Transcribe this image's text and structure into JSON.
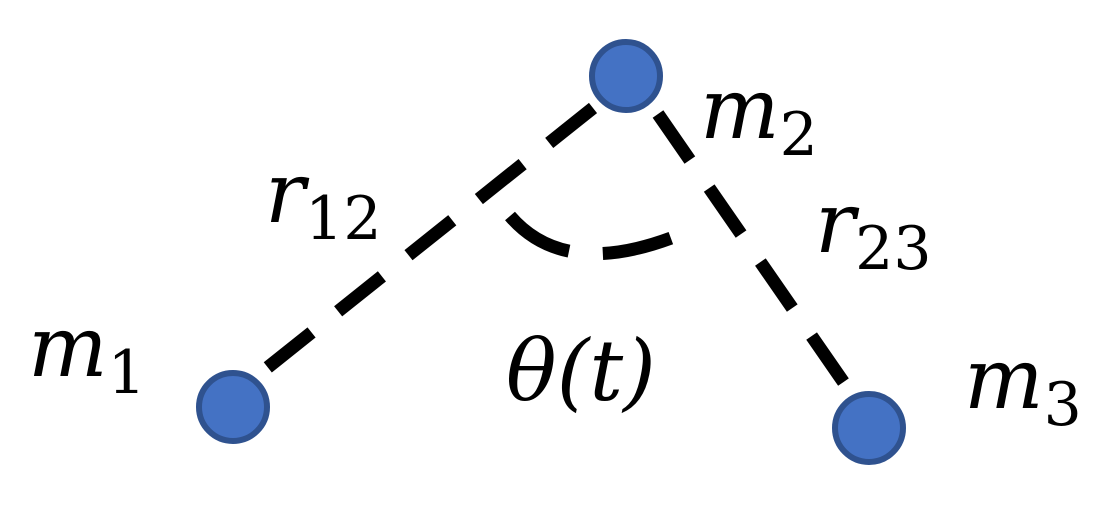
{
  "colors": {
    "mass_fill": "#4472C4",
    "mass_stroke": "#2F528F",
    "line": "#000000"
  },
  "masses": [
    {
      "symbol": "m",
      "subscript": "1"
    },
    {
      "symbol": "m",
      "subscript": "2"
    },
    {
      "symbol": "m",
      "subscript": "3"
    }
  ],
  "distances": [
    {
      "symbol": "r",
      "subscript": "12"
    },
    {
      "symbol": "r",
      "subscript": "23"
    }
  ],
  "angle": {
    "label": "θ(t)"
  }
}
